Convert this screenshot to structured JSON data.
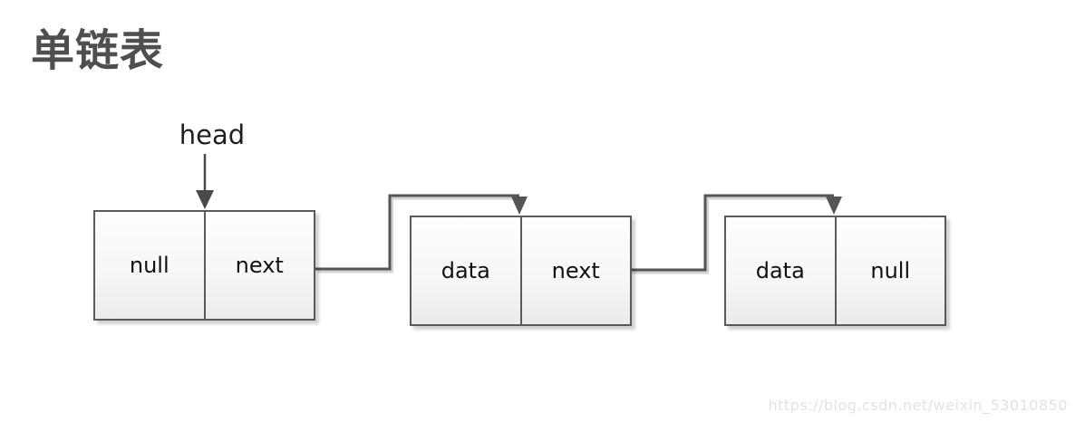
{
  "title": "单链表",
  "head": {
    "label": "head"
  },
  "nodes": [
    {
      "left": "null",
      "right": "next"
    },
    {
      "left": "data",
      "right": "next"
    },
    {
      "left": "data",
      "right": "null"
    }
  ],
  "watermark": "https://blog.csdn.net/weixin_53010850",
  "colors": {
    "title": "#4f4f4f",
    "connector": "#555555",
    "connector_shadow": "#d2d2d2",
    "node_border": "#5a5a5a",
    "node_text": "#111111",
    "watermark_text": "#e2e2e2"
  }
}
